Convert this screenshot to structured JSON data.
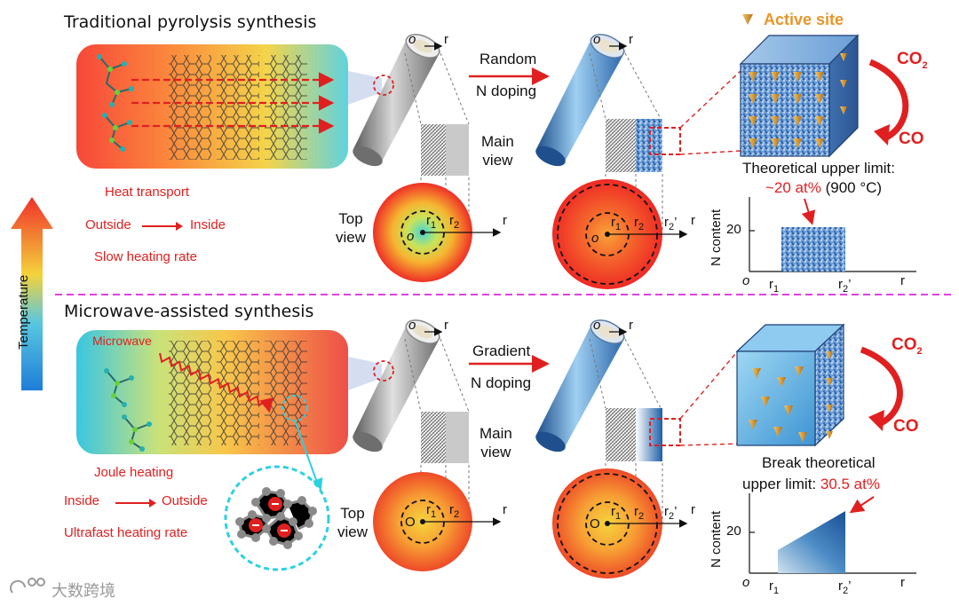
{
  "top": {
    "title": "Traditional pyrolysis synthesis",
    "heat_transport": "Heat transport",
    "outside": "Outside",
    "inside": "Inside",
    "rate": "Slow heating rate",
    "process_line1": "Random",
    "process_line2": "N doping",
    "main_view": [
      "Main",
      "view"
    ],
    "top_view": [
      "Top",
      "view"
    ],
    "limit_line1": "Theoretical upper limit:",
    "limit_value": "~20 at%",
    "limit_temp": "(900 °C)",
    "ylabel": "N content",
    "ytick": "20"
  },
  "bottom": {
    "title": "Microwave-assisted synthesis",
    "microwave": "Microwave",
    "joule": "Joule heating",
    "inside": "Inside",
    "outside": "Outside",
    "rate": "Ultrafast heating rate",
    "process_line1": "Gradient",
    "process_line2": "N doping",
    "main_view": [
      "Main",
      "view"
    ],
    "top_view": [
      "Top",
      "view"
    ],
    "limit_line1": "Break theoretical",
    "limit_line2": "upper limit:",
    "limit_value": "30.5 at%",
    "ylabel": "N content",
    "ytick": "20"
  },
  "common": {
    "active_site": "Active site",
    "co2": "CO",
    "co2_sub": "2",
    "co": "CO",
    "temperature": "Temperature",
    "axis_o": "o",
    "axis_O": "O",
    "axis_r": "r",
    "r1": "r",
    "r1_sub": "1",
    "r2": "r",
    "r2_sub": "2",
    "r2p": "r",
    "r2p_sub": "2",
    "r2p_mark": "’",
    "watermark": "大数跨境"
  },
  "colors": {
    "red": "#e02020",
    "orange": "#e8952a",
    "blue": "#2e6fb8",
    "magenta": "#e040e0",
    "cyan": "#2ed0e0"
  }
}
